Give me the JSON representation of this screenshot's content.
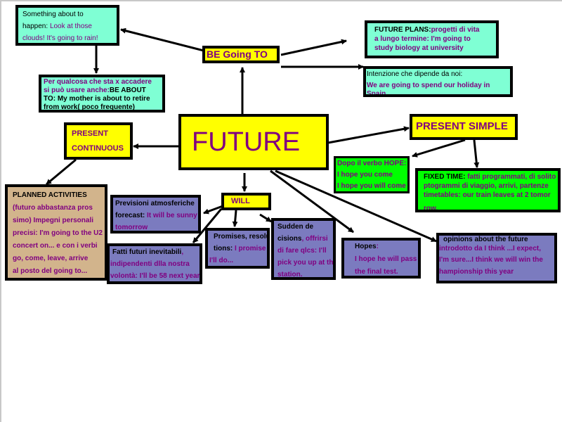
{
  "colors": {
    "aqua": "#7fffd4",
    "yellow": "#ffff00",
    "green": "#00ff00",
    "tan": "#d2b48c",
    "slate": "#7b7bbf",
    "purple_text": "#800080",
    "black_text": "#000000",
    "border": "#000000"
  },
  "central": {
    "label": "FUTURE"
  },
  "be_going_to": {
    "label": "BE Going TO",
    "about_to_happen": {
      "l1": "Something about to",
      "l2_black": "happen: ",
      "l2_purple": "Look at those",
      "l3": "clouds! It's going to rain!"
    },
    "be_about_to": {
      "l1": "Per qualcosa che sta x accadere",
      "l2_purple": "si può usare anche:",
      "l2_black": "BE ABOUT",
      "l3": "TO: My mother is about to retire",
      "l4": "from work( poco frequente)"
    },
    "future_plans": {
      "l1_black": "FUTURE PLANS:",
      "l1_purple": "progetti di vita",
      "l2": "a lungo termine: I'm going to",
      "l3": "study biology at university"
    },
    "intention": {
      "l1": "Intenzione che dipende da noi:",
      "l2": "We are going to spend our holiday in",
      "l3": "Spain"
    }
  },
  "present_continuous": {
    "label_l1": "PRESENT",
    "label_l2": "CONTINUOUS",
    "planned_activities": {
      "title": "PLANNED ACTIVITIES",
      "lines": [
        "(futuro abbastanza pros",
        "simo) Impegni personali",
        "precisi: I'm going to the U2",
        "concert on... e con i verbi",
        "go, come, leave, arrive",
        "al posto del going to..."
      ]
    }
  },
  "present_simple": {
    "label": "PRESENT SIMPLE",
    "hope": {
      "l1": "Dopo il verbo HOPE:",
      "l2": "I hope you come",
      "l3": "I hope you will come"
    },
    "fixed_time": {
      "l1_black": "FIXED TIME: ",
      "l1_purple": "fatti programmati, di solito",
      "l2": "ptogrammi di viaggio, arrivi, partenze",
      "l3": "timetables: our train leaves at 2 tomor",
      "l4": "row."
    }
  },
  "will": {
    "label": "WILL",
    "forecast": {
      "l1": "Previsioni atmosferiche",
      "l2_black": "forecast: ",
      "l2_purple": "It will be sunny",
      "l3": "tomorrow"
    },
    "inevitable": {
      "l1_black": "Fatti futuri inevitabili",
      "l1_purple": ",",
      "l2": "indipendenti dlla nostra",
      "l3": "volontà: I'll be 58 next year."
    },
    "promises": {
      "l1": "Promises, resolu",
      "l2_black": "tions: ",
      "l2_purple": "I promise",
      "l3": "I'll do..."
    },
    "sudden": {
      "l1": "Sudden de",
      "l2_black": "cisions",
      "l2_purple": ", offrirsi",
      "l3": "di fare qlcs: I'll",
      "l4": "pick you up at the",
      "l5": "station."
    },
    "hopes": {
      "l1_black": "Hopes",
      "l1_purple": ":",
      "l2": "I hope he will pass",
      "l3": "the final test."
    },
    "opinions": {
      "l1": "opinions about the future",
      "l2": "introdotto da I think ...I expect,",
      "l3": "I'm sure...I think we will win the",
      "l4": "hampionship this year"
    }
  }
}
